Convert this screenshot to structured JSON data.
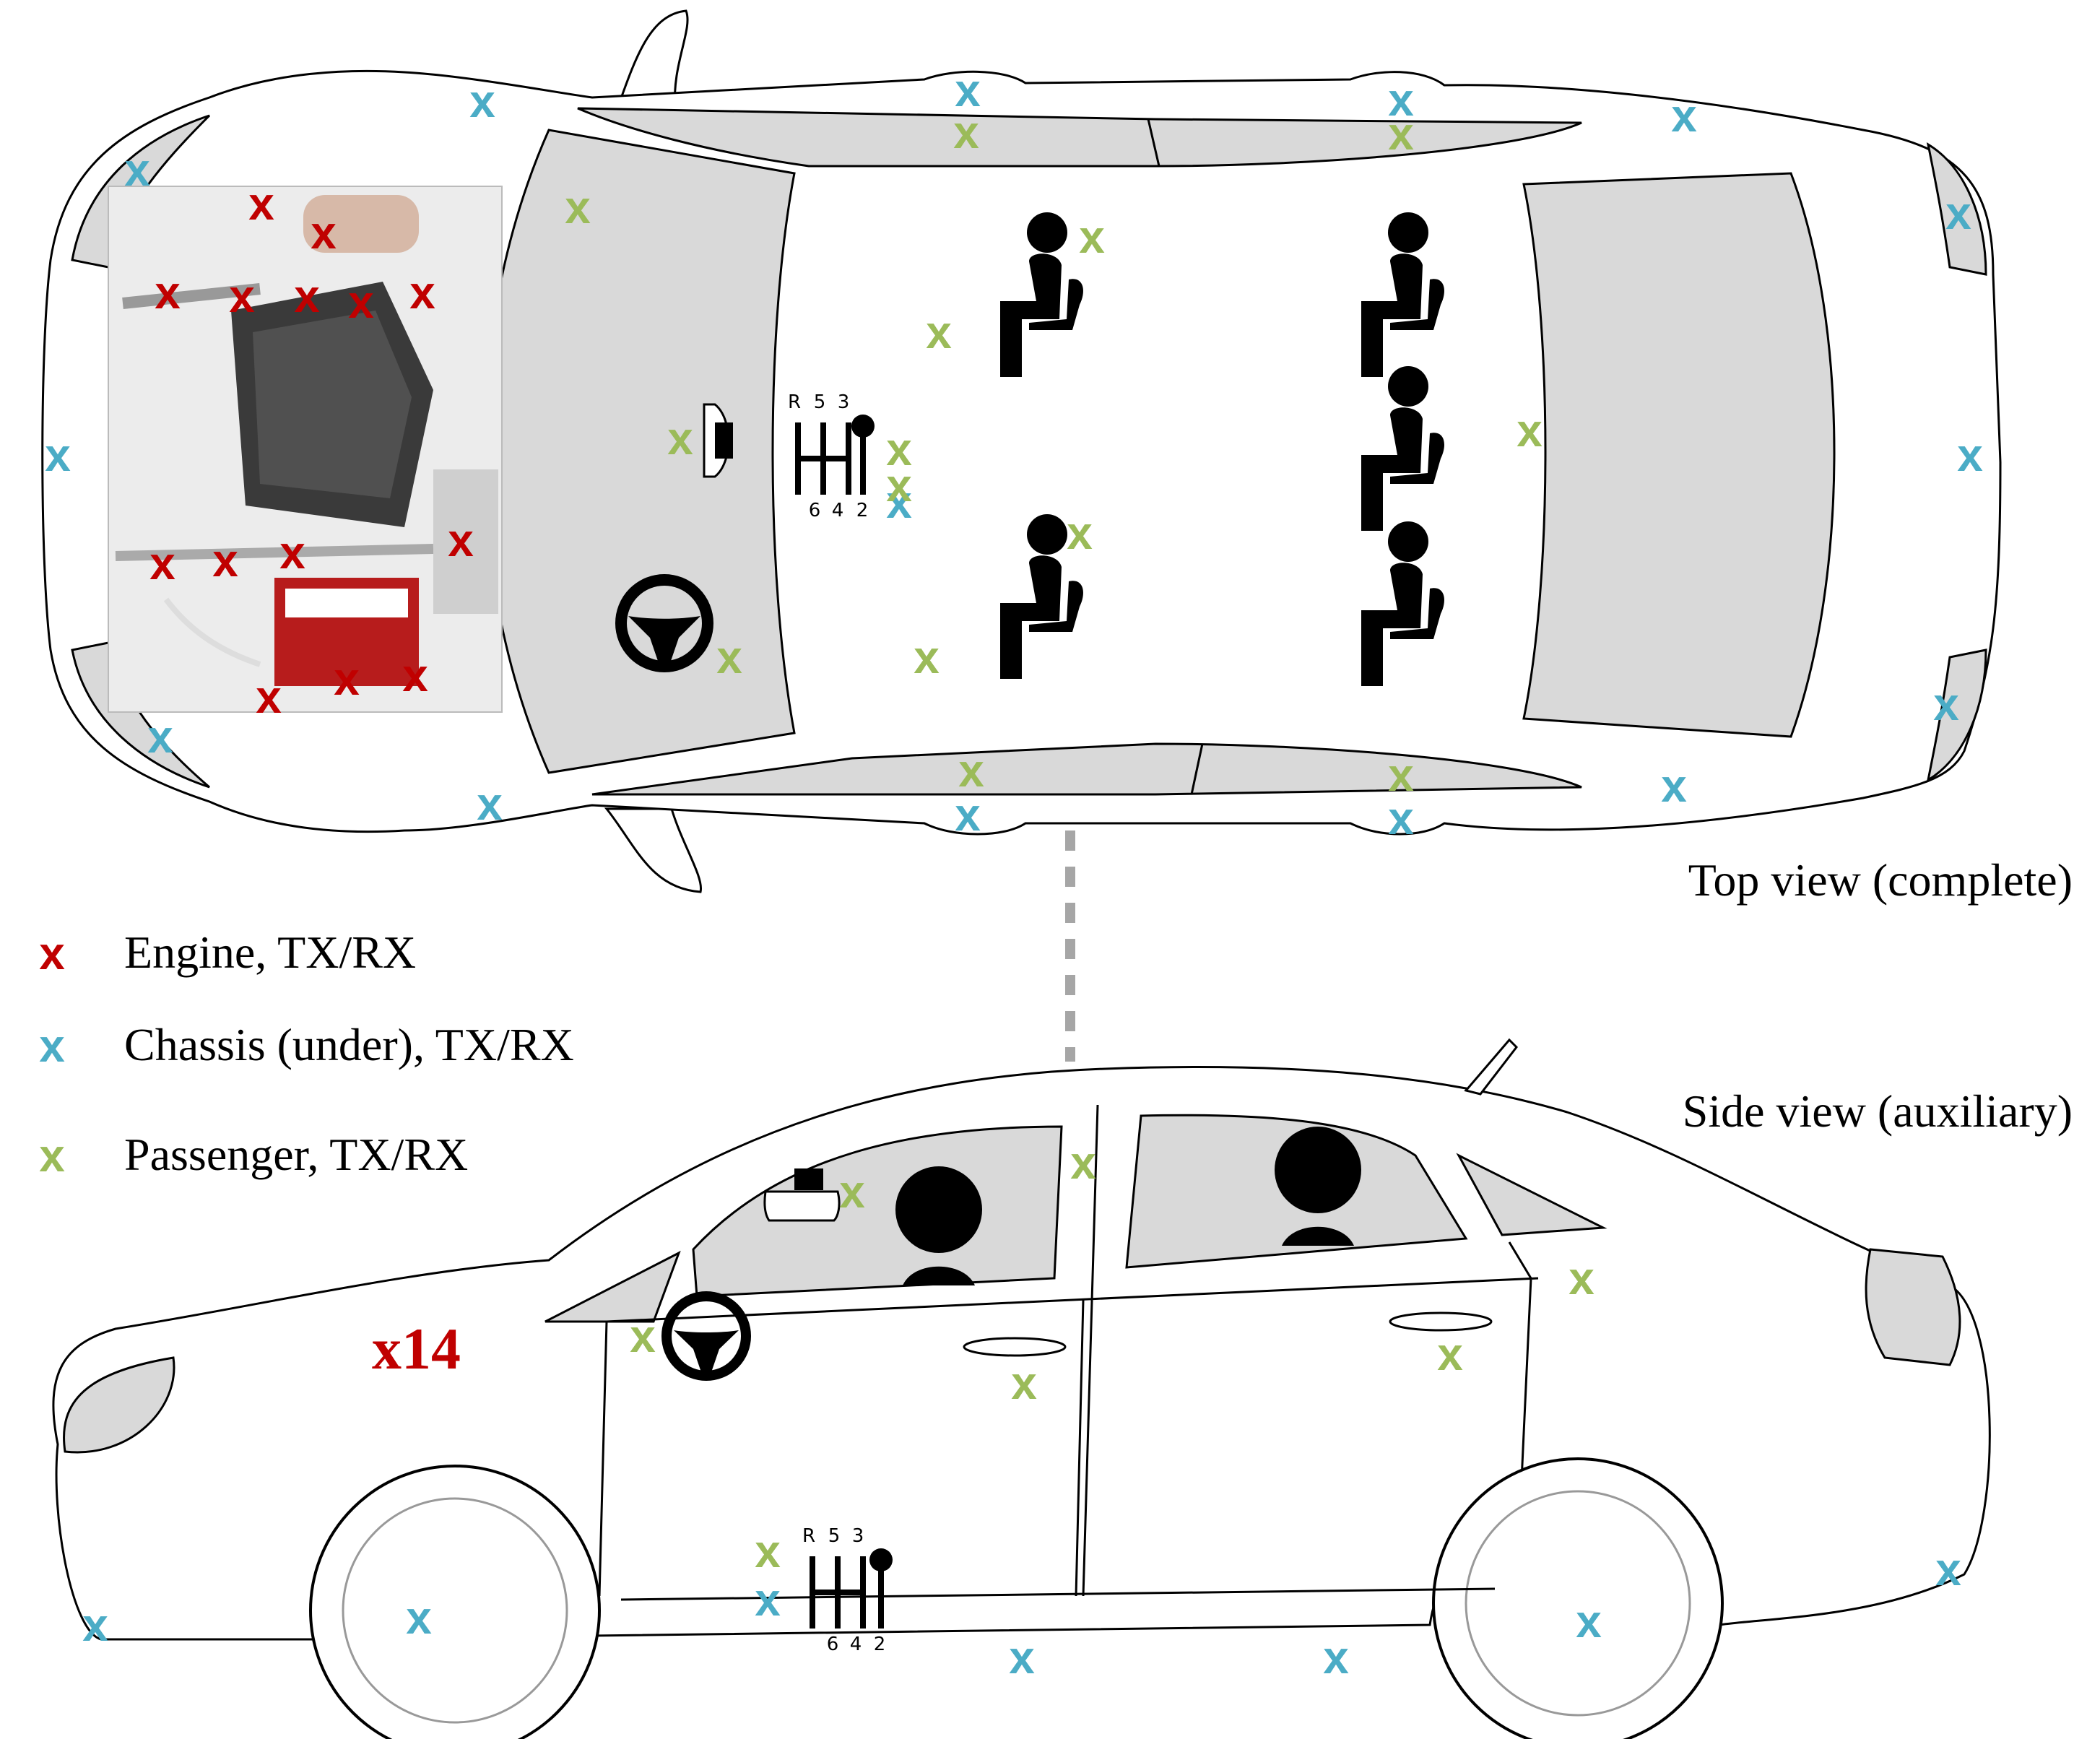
{
  "colors": {
    "engine": "#c00000",
    "chassis": "#4bacc6",
    "passenger": "#9bbb59",
    "glass": "#d9d9d9",
    "engine_photo_bg": "#e9e9e9"
  },
  "legend": [
    {
      "marker": "x",
      "label": "Engine, TX/RX",
      "color_key": "engine"
    },
    {
      "marker": "x",
      "label": "Chassis (under), TX/RX",
      "color_key": "chassis"
    },
    {
      "marker": "x",
      "label": "Passenger, TX/RX",
      "color_key": "passenger"
    }
  ],
  "captions": {
    "top_view": "Top view (complete)",
    "side_view": "Side view (auxiliary)"
  },
  "engine_count_label": "x14",
  "marker_glyph": "x",
  "gearbox": {
    "top_labels": [
      "R",
      "5",
      "3"
    ],
    "bottom_labels": [
      "6",
      "4",
      "2"
    ]
  },
  "icons": [
    "steering-wheel-icon",
    "rear-view-mirror-icon",
    "gear-shift-icon",
    "seated-person-icon",
    "engine-photo"
  ]
}
